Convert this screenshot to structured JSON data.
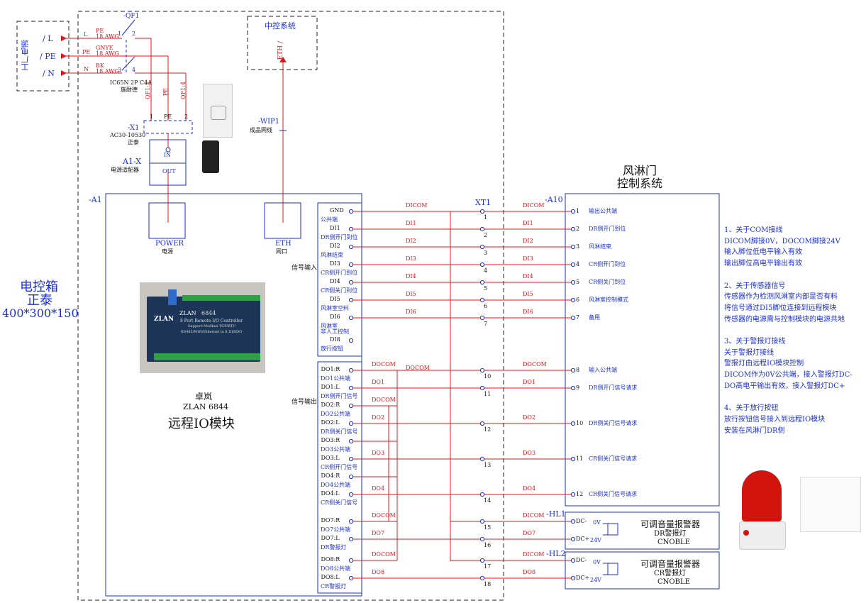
{
  "factory_power": {
    "label": "工厂电源",
    "lines": [
      "/ L",
      "/ PE",
      "/ N"
    ]
  },
  "qf1": {
    "label": "-QF1",
    "model": "IC65N 2P C4A",
    "brand": "施耐德",
    "wires": [
      "PE\n18 AWG",
      "GNYE\n18 AWG",
      "BK\n18 AWG"
    ],
    "terminals": [
      "1",
      "2",
      "3",
      "4"
    ],
    "line_marks": [
      "L",
      "PE",
      "N"
    ],
    "out_labels": [
      "QF1:2",
      "PE",
      "QF1:4"
    ]
  },
  "x1": {
    "label": "-X1",
    "model": "AC30-10530",
    "brand": "正泰",
    "terminals": [
      "1",
      "PE",
      "2"
    ]
  },
  "a1x": {
    "label": "A1-X",
    "sub": "电源适配器",
    "in": "IN",
    "out": "OUT"
  },
  "central": {
    "label": "中控系统",
    "eth": "ETH /"
  },
  "wip1": {
    "label": "-WIP1",
    "sub": "成品网线"
  },
  "cabinet": {
    "title": "电控箱",
    "brand": "正泰",
    "size": "400*300*150"
  },
  "a1": {
    "label": "-A1",
    "power": "POWER",
    "power_sub": "电源",
    "eth": "ETH",
    "eth_sub": "网口",
    "vendor": "卓岚",
    "model": "ZLAN 6844",
    "name": "远程IO模块",
    "group_in": "信号输入",
    "group_out": "信号输出"
  },
  "inputs": [
    {
      "pin": "GND",
      "desc": "公共端",
      "wire": "DICOM",
      "xt": "1",
      "a10pin": "1",
      "a10desc": "输出公共端"
    },
    {
      "pin": "DI1",
      "desc": "DR侧开门到位",
      "wire": "DI1",
      "xt": "2",
      "a10pin": "2",
      "a10desc": "DR侧开门到位"
    },
    {
      "pin": "DI2",
      "desc": "风淋结束",
      "wire": "DI2",
      "xt": "3",
      "a10pin": "3",
      "a10desc": "风淋结束"
    },
    {
      "pin": "DI3",
      "desc": "CR侧开门到位",
      "wire": "DI3",
      "xt": "4",
      "a10pin": "4",
      "a10desc": "CR侧开门到位"
    },
    {
      "pin": "DI4",
      "desc": "CR侧关门到位",
      "wire": "DI4",
      "xt": "5",
      "a10pin": "5",
      "a10desc": "CR侧关门到位"
    },
    {
      "pin": "DI5",
      "desc": "风淋室空料",
      "wire": "DI5",
      "xt": "6",
      "a10pin": "6",
      "a10desc": "风淋室控制模式"
    },
    {
      "pin": "DI6",
      "desc": "风淋室\n非人工控制",
      "wire": "DI6",
      "xt": "7",
      "a10pin": "7",
      "a10desc": "备用"
    },
    {
      "pin": "DI8",
      "desc": "放行按钮",
      "wire": "",
      "xt": "",
      "a10pin": "",
      "a10desc": ""
    }
  ],
  "outputs": [
    {
      "pin": "DO1:R",
      "desc": "DO1公共端",
      "wire": "DOCOM"
    },
    {
      "pin": "DO1:L",
      "desc": "DR侧开门信号",
      "wire": "DO1"
    },
    {
      "pin": "DO2:R",
      "desc": "DO2公共端",
      "wire": "DOCOM"
    },
    {
      "pin": "DO2:L",
      "desc": "DR侧关门信号",
      "wire": "DO2"
    },
    {
      "pin": "DO3:R",
      "desc": "DO3公共端",
      "wire": ""
    },
    {
      "pin": "DO3:L",
      "desc": "CR侧开门信号",
      "wire": "DO3"
    },
    {
      "pin": "DO4:R",
      "desc": "DO4公共端",
      "wire": ""
    },
    {
      "pin": "DO4:L",
      "desc": "CR侧关门信号",
      "wire": "DO4"
    },
    {
      "pin": "DO7:R",
      "desc": "DO7公共端",
      "wire": "DOCOM"
    },
    {
      "pin": "DO7:L",
      "desc": "DR警报灯",
      "wire": "DO7"
    },
    {
      "pin": "DO8:R",
      "desc": "DO8公共端",
      "wire": "DOCOM"
    },
    {
      "pin": "DO8:L",
      "desc": "CR警报灯",
      "wire": "DO8"
    }
  ],
  "out_right": [
    {
      "xt": "10",
      "wire": "DOCOM",
      "a10pin": "8",
      "a10desc": "输入公共端"
    },
    {
      "xt": "11",
      "wire": "DO1",
      "a10pin": "9",
      "a10desc": "DR侧开门信号请求"
    },
    {
      "xt": "12",
      "wire": "DO2",
      "a10pin": "10",
      "a10desc": "DR侧关门信号请求"
    },
    {
      "xt": "13",
      "wire": "DO3",
      "a10pin": "11",
      "a10desc": "CR侧关门信号请求"
    },
    {
      "xt": "14",
      "wire": "DO4",
      "a10pin": "12",
      "a10desc": "CR侧关门信号请求"
    },
    {
      "xt": "15",
      "wire": "DICOM",
      "a10pin": "DC-",
      "a10desc": ""
    },
    {
      "xt": "16",
      "wire": "DO7",
      "a10pin": "DC+",
      "a10desc": ""
    },
    {
      "xt": "17",
      "wire": "DICOM",
      "a10pin": "DC-",
      "a10desc": ""
    },
    {
      "xt": "18",
      "wire": "DO8",
      "a10pin": "DC+",
      "a10desc": ""
    }
  ],
  "xt1": {
    "label": "XT1"
  },
  "a10": {
    "label": "-A10",
    "title1": "风淋门",
    "title2": "控制系统"
  },
  "hl1": {
    "label": "-HL1",
    "v0": "0V",
    "v24": "24V",
    "title": "可调音量报警器",
    "sub": "DR警报灯",
    "brand": "CNOBLE"
  },
  "hl2": {
    "label": "-HL2",
    "v0": "0V",
    "v24": "24V",
    "title": "可调音量报警器",
    "sub": "CR警报灯",
    "brand": "CNOBLE"
  },
  "notes": [
    "1、关于COM接线",
    "DICOM脚接0V，DOCOM脚接24V",
    "输入脚位低电平输入有效",
    "输出脚位高电平输出有效",
    "",
    "2、关于传感器信号",
    "传感器作为检测风淋室内部是否有料",
    "将信号通过DI5脚位连接到远程模块",
    "传感器的电源需与控制模块的电源共地",
    "",
    "3、关于警报灯接线",
    "关于警报灯接线",
    "警报灯由远程IO模块控制",
    "DICOM作为0V公共端，接入警报灯DC-",
    "DO高电平输出有效，接入警报灯DC+",
    "",
    "4、关于放行按钮",
    "放行按钮信号接入到远程IO模块",
    "安装在风淋门DR侧"
  ],
  "module_photo": {
    "brand": "ZLAN",
    "model": "6844",
    "line1": "8 Port Remote I/O Controller",
    "line2": "Support Modbus TCP/RTU",
    "line3": "RS485/WiFi/Ethernet to 8 DI/8DO"
  },
  "colors": {
    "blue": "#1a2fd6",
    "red": "#e0141b"
  }
}
